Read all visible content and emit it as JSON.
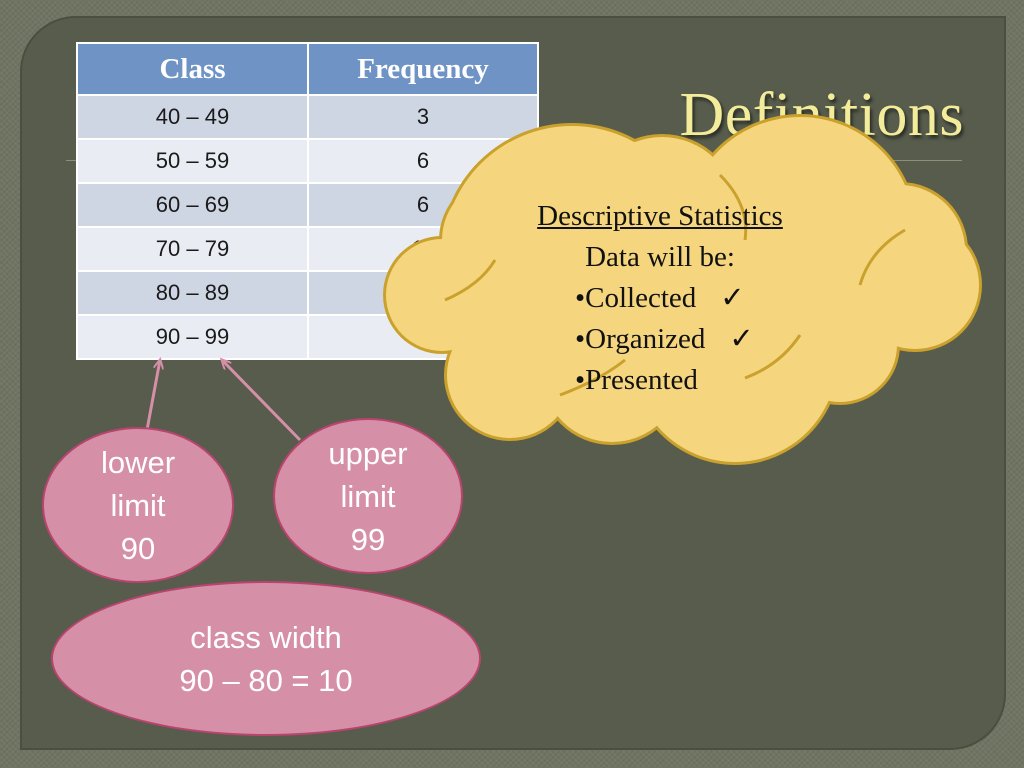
{
  "slide": {
    "title": "Definitions",
    "table": {
      "headers": [
        "Class",
        "Frequency"
      ],
      "rows": [
        [
          "40 – 49",
          "3"
        ],
        [
          "50 – 59",
          "6"
        ],
        [
          "60 – 69",
          "6"
        ],
        [
          "70 – 79",
          "11"
        ],
        [
          "80 – 89",
          ""
        ],
        [
          "90 – 99",
          ""
        ]
      ]
    },
    "callout": {
      "heading": "Descriptive Statistics",
      "intro": "Data will be:",
      "items": [
        {
          "text": "•Collected",
          "mark": "✓"
        },
        {
          "text": "•Organized",
          "mark": "✓"
        },
        {
          "text": "•Presented",
          "mark": ""
        }
      ]
    },
    "lower_limit": {
      "line1": "lower",
      "line2": "limit",
      "line3": "90"
    },
    "upper_limit": {
      "line1": "upper",
      "line2": "limit",
      "line3": "99"
    },
    "class_width": {
      "line1": "class width",
      "line2": "90 – 80 = 10"
    },
    "colors": {
      "title": "#f3ec9a",
      "table_header": "#6f93c4",
      "cloud_fill": "#f5d67f",
      "cloud_stroke": "#c9a12c",
      "oval_fill": "#d590a8",
      "oval_stroke": "#b9446e"
    }
  }
}
